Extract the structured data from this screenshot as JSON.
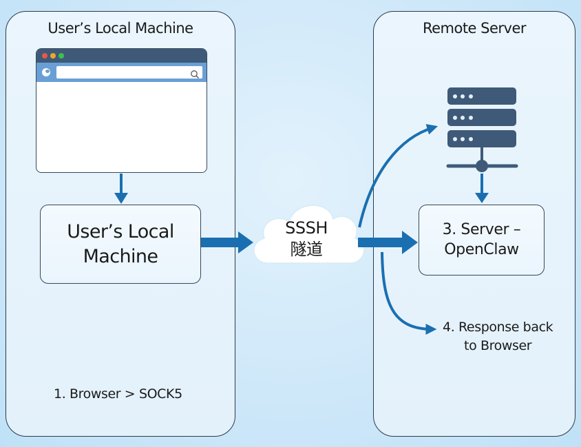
{
  "panels": {
    "local": {
      "title": "User’s Local Machine"
    },
    "remote": {
      "title": "Remote Server"
    }
  },
  "browser_window": {
    "window_controls": [
      "close-dot",
      "minimize-dot",
      "maximize-dot"
    ],
    "address_bar_value": "",
    "icons": [
      "browser-logo-icon",
      "search-icon"
    ]
  },
  "nodes": {
    "local_machine": {
      "line1": "User’s Local",
      "line2": "Machine"
    },
    "tunnel": {
      "line1": "SSSH",
      "line2": "隧道"
    },
    "server": {
      "line1": "3. Server –",
      "line2": "OpenClaw"
    }
  },
  "steps": {
    "step1": "1. Browser > SOCK5",
    "step4_line1": "4. Response back",
    "step4_line2": "to Browser"
  },
  "colors": {
    "arrow": "#1a6fb0",
    "server_icon": "#3e5a78",
    "border": "#2b3a4a",
    "dot_red": "#e8574a",
    "dot_yellow": "#f0a52a",
    "dot_green": "#3fbf4f"
  }
}
